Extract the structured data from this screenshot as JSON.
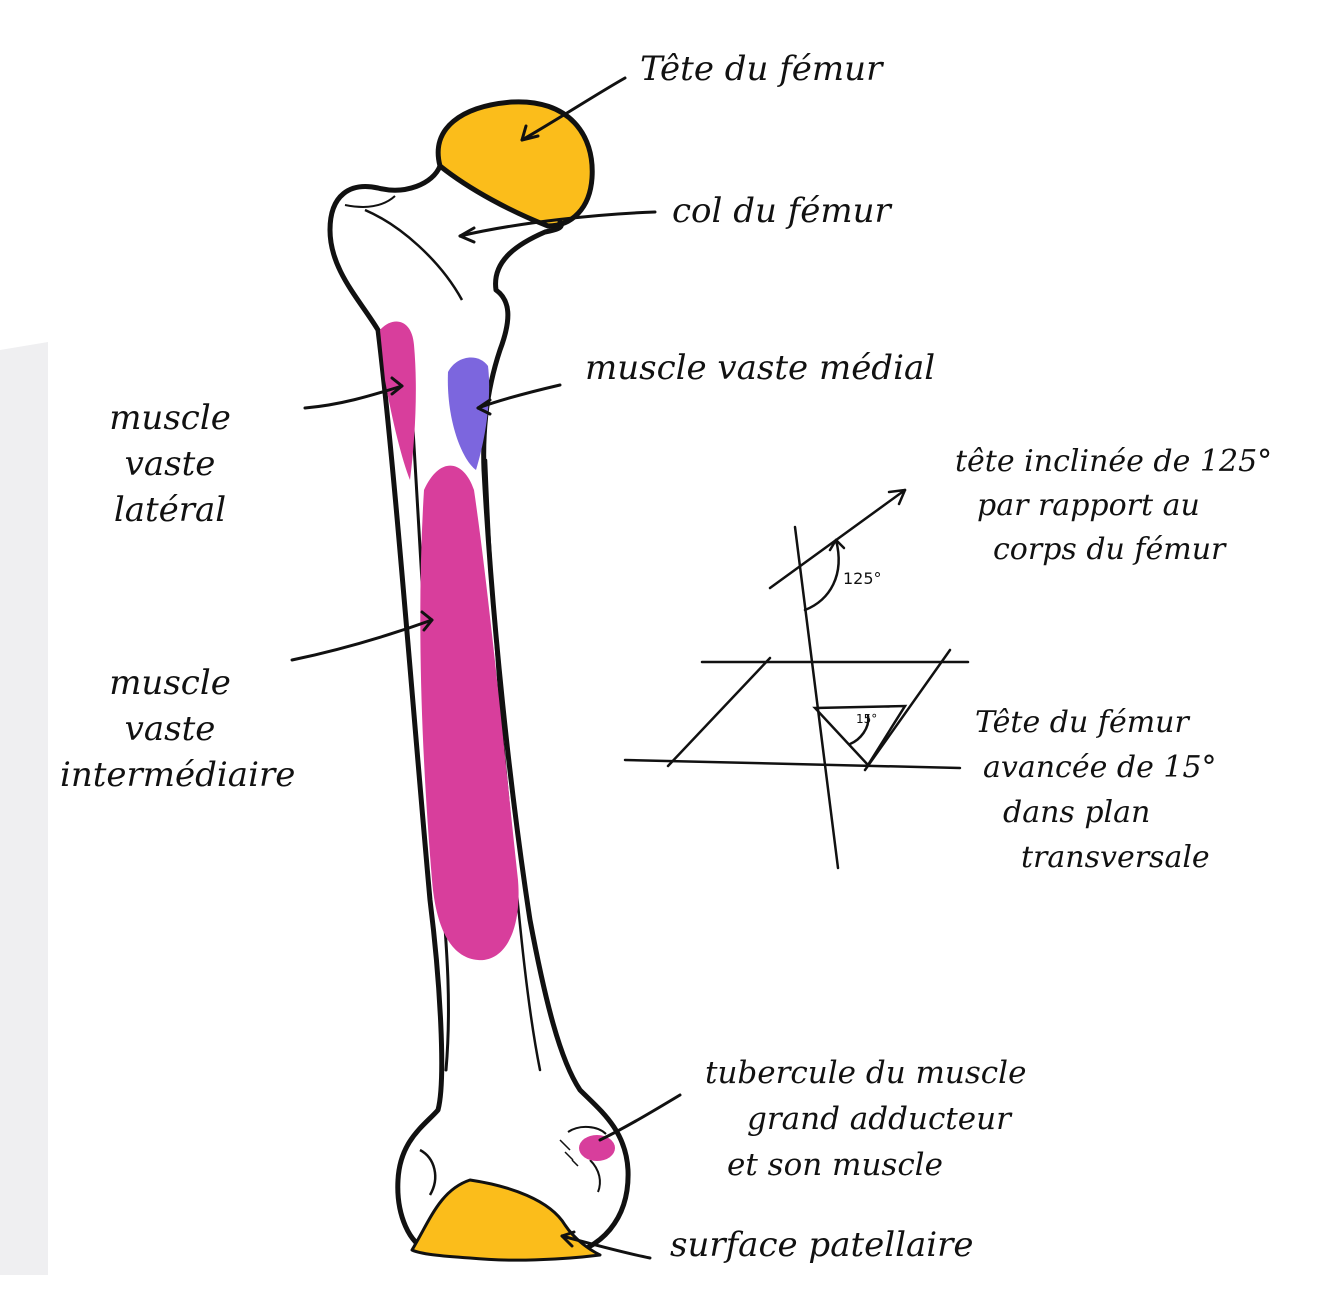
{
  "colors": {
    "outline": "#111111",
    "head": "#FBBD1B",
    "patellar": "#FBBD1B",
    "vastus_lateralis": "#D83E9C",
    "vastus_intermedius": "#D83E9C",
    "vastus_medialis": "#7C66DE",
    "adductor_tubercle": "#D83E9C",
    "paper_edge": "#EFEFF1"
  },
  "labels": {
    "femoral_head": "Tête du fémur",
    "femoral_neck": "col du fémur",
    "vastus_medialis": "muscle vaste médial",
    "vastus_lateralis": [
      "muscle",
      "vaste",
      "latéral"
    ],
    "vastus_intermedius": [
      "muscle",
      "vaste",
      "intermédiaire"
    ],
    "inclination_note": [
      "tête inclinée de 125°",
      "par rapport au",
      "corps du fémur"
    ],
    "inclination_value": "125°",
    "anteversion_note": [
      "Tête du fémur",
      "avancée de 15°",
      "dans plan",
      "transversale"
    ],
    "anteversion_value": "15°",
    "adductor_tubercle": [
      "tubercule du muscle",
      "grand adducteur",
      "et son muscle"
    ],
    "patellar_surface": "surface patellaire"
  }
}
